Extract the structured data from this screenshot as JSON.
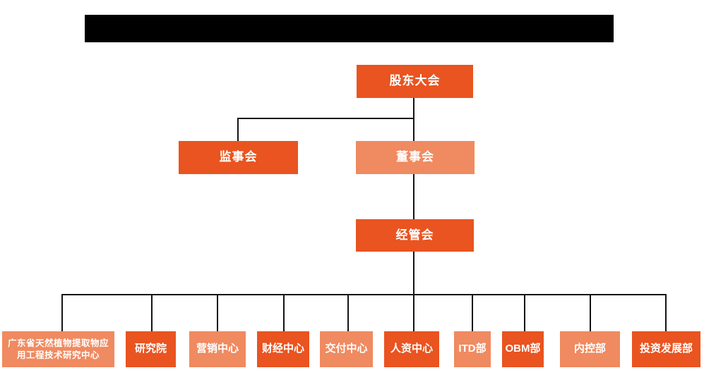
{
  "page": {
    "background_color": "#ffffff"
  },
  "redacted_bar": {
    "color": "#000000"
  },
  "org_chart": {
    "colors": {
      "primary_orange": "#E95420",
      "light_orange": "#F08A60",
      "connector_line": "#141414",
      "node_text": "#FFFFFF"
    },
    "level1": {
      "shareholders_label": "股东大会"
    },
    "level2": {
      "supervisory_label": "监事会",
      "board_label": "董事会"
    },
    "level3": {
      "management_label": "经管会"
    },
    "departments": [
      {
        "label": "广东省天然植物提取物应用工程技术研究中心",
        "tone": "light"
      },
      {
        "label": "研究院",
        "tone": "dark"
      },
      {
        "label": "营销中心",
        "tone": "light"
      },
      {
        "label": "财经中心",
        "tone": "dark"
      },
      {
        "label": "交付中心",
        "tone": "light"
      },
      {
        "label": "人资中心",
        "tone": "dark"
      },
      {
        "label": "ITD部",
        "tone": "light"
      },
      {
        "label": "OBM部",
        "tone": "dark"
      },
      {
        "label": "内控部",
        "tone": "light"
      },
      {
        "label": "投资发展部",
        "tone": "dark"
      }
    ]
  }
}
